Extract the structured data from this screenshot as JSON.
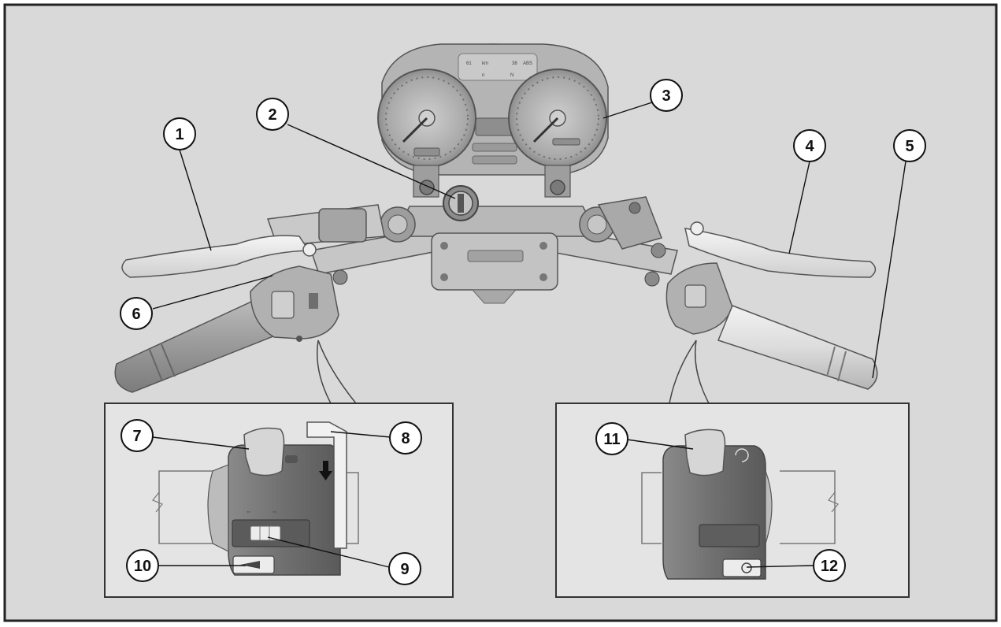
{
  "diagram": {
    "callouts": [
      {
        "id": "1",
        "label": "1"
      },
      {
        "id": "2",
        "label": "2"
      },
      {
        "id": "3",
        "label": "3"
      },
      {
        "id": "4",
        "label": "4"
      },
      {
        "id": "5",
        "label": "5"
      },
      {
        "id": "6",
        "label": "6"
      },
      {
        "id": "7",
        "label": "7"
      },
      {
        "id": "8",
        "label": "8"
      },
      {
        "id": "9",
        "label": "9"
      },
      {
        "id": "10",
        "label": "10"
      },
      {
        "id": "11",
        "label": "11"
      },
      {
        "id": "12",
        "label": "12"
      }
    ]
  },
  "colors": {
    "background": "#d9d9d9",
    "inset_background": "#e4e4e4",
    "frame": "#222222",
    "part_light": "#d2d2d2",
    "part_mid": "#a8a8a8",
    "part_dark": "#7a7a7a",
    "callout_fill": "#ffffff",
    "callout_stroke": "#111111"
  },
  "icons": [
    "ignition-switch-icon",
    "speedometer-icon",
    "tachometer-icon",
    "arrow-down-icon"
  ]
}
